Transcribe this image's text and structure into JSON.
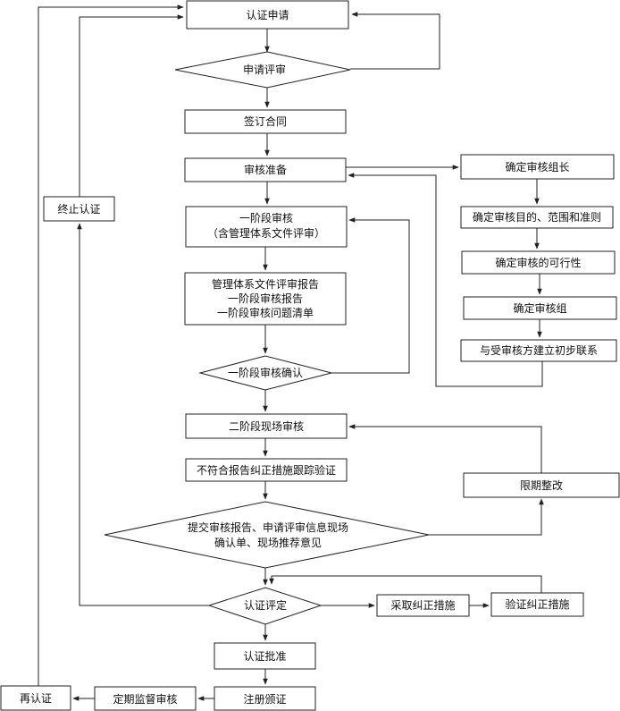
{
  "flow": {
    "apply": "认证申请",
    "app_review": "申请评审",
    "sign": "签订合同",
    "prep": "审核准备",
    "stage1": [
      "一阶段审核",
      "（含管理体系文件评审）"
    ],
    "reports": [
      "管理体系文件评审报告",
      "一阶段审核报告",
      "一阶段审核问题清单"
    ],
    "stage1_confirm": "一阶段审核确认",
    "stage2": "二阶段现场审核",
    "followup": "不符合报告纠正措施跟踪验证",
    "submit": [
      "提交审核报告、申请评审信息现场",
      "确认单、现场推荐意见"
    ],
    "evaluate": "认证评定",
    "approve": "认证批准",
    "register": "注册颁证",
    "surveil": "定期监督审核",
    "recert": "再认证",
    "terminate": "终止认证",
    "corrective": "采取纠正措施",
    "verify": "验证纠正措施",
    "rectify": "限期整改"
  },
  "team": {
    "leader": "确定审核组长",
    "scope": "确定审核目的、范围和准则",
    "feasibility": "确定审核的可行性",
    "group": "确定审核组",
    "contact": "与受审核方建立初步联系"
  }
}
